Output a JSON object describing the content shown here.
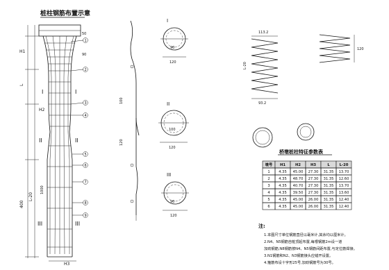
{
  "titles": {
    "main": "桩柱钢筋布置示意",
    "table": "桥墩桩柱特征参数表"
  },
  "pile_labels": {
    "h1": "H1",
    "h2": "H2",
    "h3": "H3",
    "l_top": "L",
    "l_mid": "L-20",
    "section_i": "I",
    "section_ii": "II",
    "section_iii": "III",
    "ref_1": "1",
    "ref_2": "2",
    "ref_3": "3",
    "ref_4": "4",
    "ref_5": "5",
    "ref_6": "6",
    "ref_7": "7",
    "ref_8": "8",
    "ref_9": "9",
    "dim_1000": "1000",
    "dim_400": "400",
    "dim_50": "50",
    "dim_90": "90"
  },
  "sections": {
    "s1_d1": "90",
    "s1_d2": "120",
    "s2_d1": "100",
    "s2_d2": "120",
    "s3_d1": "90",
    "s3_d2": "120"
  },
  "spiral": {
    "dim_top": "113.2",
    "dim_left": "L-20",
    "dim_bottom": "93.2",
    "dim_right": "120"
  },
  "table": {
    "headers": [
      "墩号",
      "H1",
      "H2",
      "H3",
      "L",
      "L-20"
    ],
    "rows": [
      [
        "1",
        "4.35",
        "45.00",
        "27.30",
        "31.35",
        "13.70"
      ],
      [
        "2",
        "4.35",
        "48.70",
        "27.30",
        "31.35",
        "12.60"
      ],
      [
        "3",
        "4.35",
        "40.70",
        "27.30",
        "31.35",
        "13.70"
      ],
      [
        "4",
        "4.35",
        "39.50",
        "27.30",
        "31.35",
        "13.60"
      ],
      [
        "5",
        "4.35",
        "45.00",
        "26.00",
        "31.35",
        "12.40"
      ],
      [
        "6",
        "4.35",
        "45.00",
        "26.00",
        "31.35",
        "12.40"
      ]
    ]
  },
  "notes": {
    "heading": "注:",
    "lines": [
      "1.本图尺寸单位钢筋直径以毫米计,其余均以厘米计。",
      "2.N4、N5钢筋自桩顶起布置,每根钢筋2m设一道",
      "  加劲钢筋,N8钢筋按N4、N5钢筋间距布置,与定位筋焊接。",
      "3.N1钢筋和N2、N3钢筋接头应错开设置。",
      "4.箍筋布设十字形25号,加劲钢筋号为30号。"
    ]
  }
}
